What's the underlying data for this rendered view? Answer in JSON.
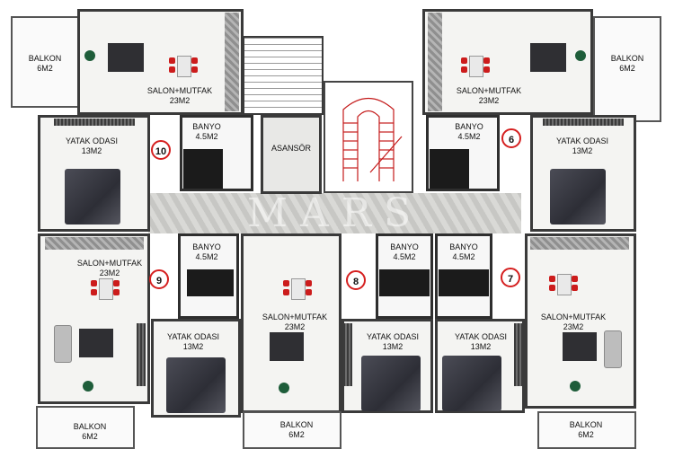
{
  "watermark": "MARS",
  "colors": {
    "unit_number_ring": "#d51f1f",
    "stair_lines": "#c41a1a",
    "wall": "#3a3a3a"
  },
  "units": [
    {
      "number": "10",
      "salon": "SALON+MUTFAK\n23M2",
      "bath": "BANYO\n4.5M2",
      "bedroom": "YATAK ODASI\n13M2",
      "balcony": "BALKON\n6M2"
    },
    {
      "number": "6",
      "salon": "SALON+MUTFAK\n23M2",
      "bath": "BANYO\n4.5M2",
      "bedroom": "YATAK ODASI\n13M2",
      "balcony": "BALKON\n6M2"
    },
    {
      "number": "9",
      "salon": "SALON+MUTFAK\n23M2",
      "bath": "BANYO\n4.5M2",
      "bedroom": "YATAK ODASI\n13M2",
      "balcony": "BALKON\n6M2"
    },
    {
      "number": "8",
      "salon": "SALON+MUTFAK\n23M2",
      "bath": "BANYO\n4.5M2",
      "bedroom": "YATAK ODASI\n13M2",
      "balcony": "BALKON\n6M2"
    },
    {
      "number": "7",
      "salon": "SALON+MUTFAK\n23M2",
      "bath": "BANYO\n4.5M2",
      "bedroom": "YATAK ODASI\n13M2",
      "balcony": "BALKON\n6M2"
    }
  ],
  "elevator": "ASANSÖR"
}
